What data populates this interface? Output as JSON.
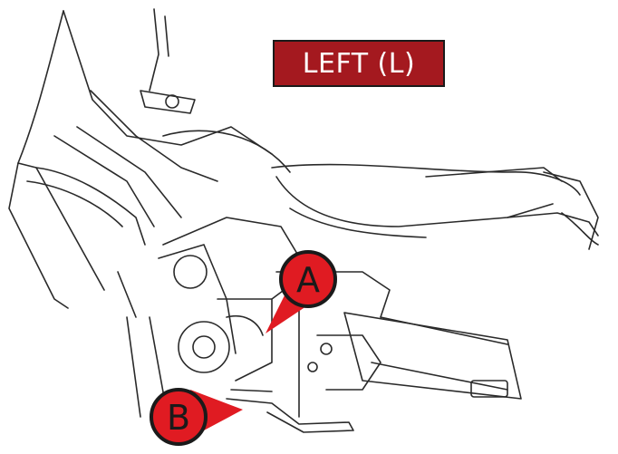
{
  "side_label": "LEFT (L)",
  "callouts": [
    {
      "id": "A",
      "label": "A"
    },
    {
      "id": "B",
      "label": "B"
    }
  ],
  "colors": {
    "badge": "#a4191f",
    "callout_fill": "#e01b22",
    "callout_outline": "#1a1a1a",
    "linework": "#2a2a2a"
  }
}
